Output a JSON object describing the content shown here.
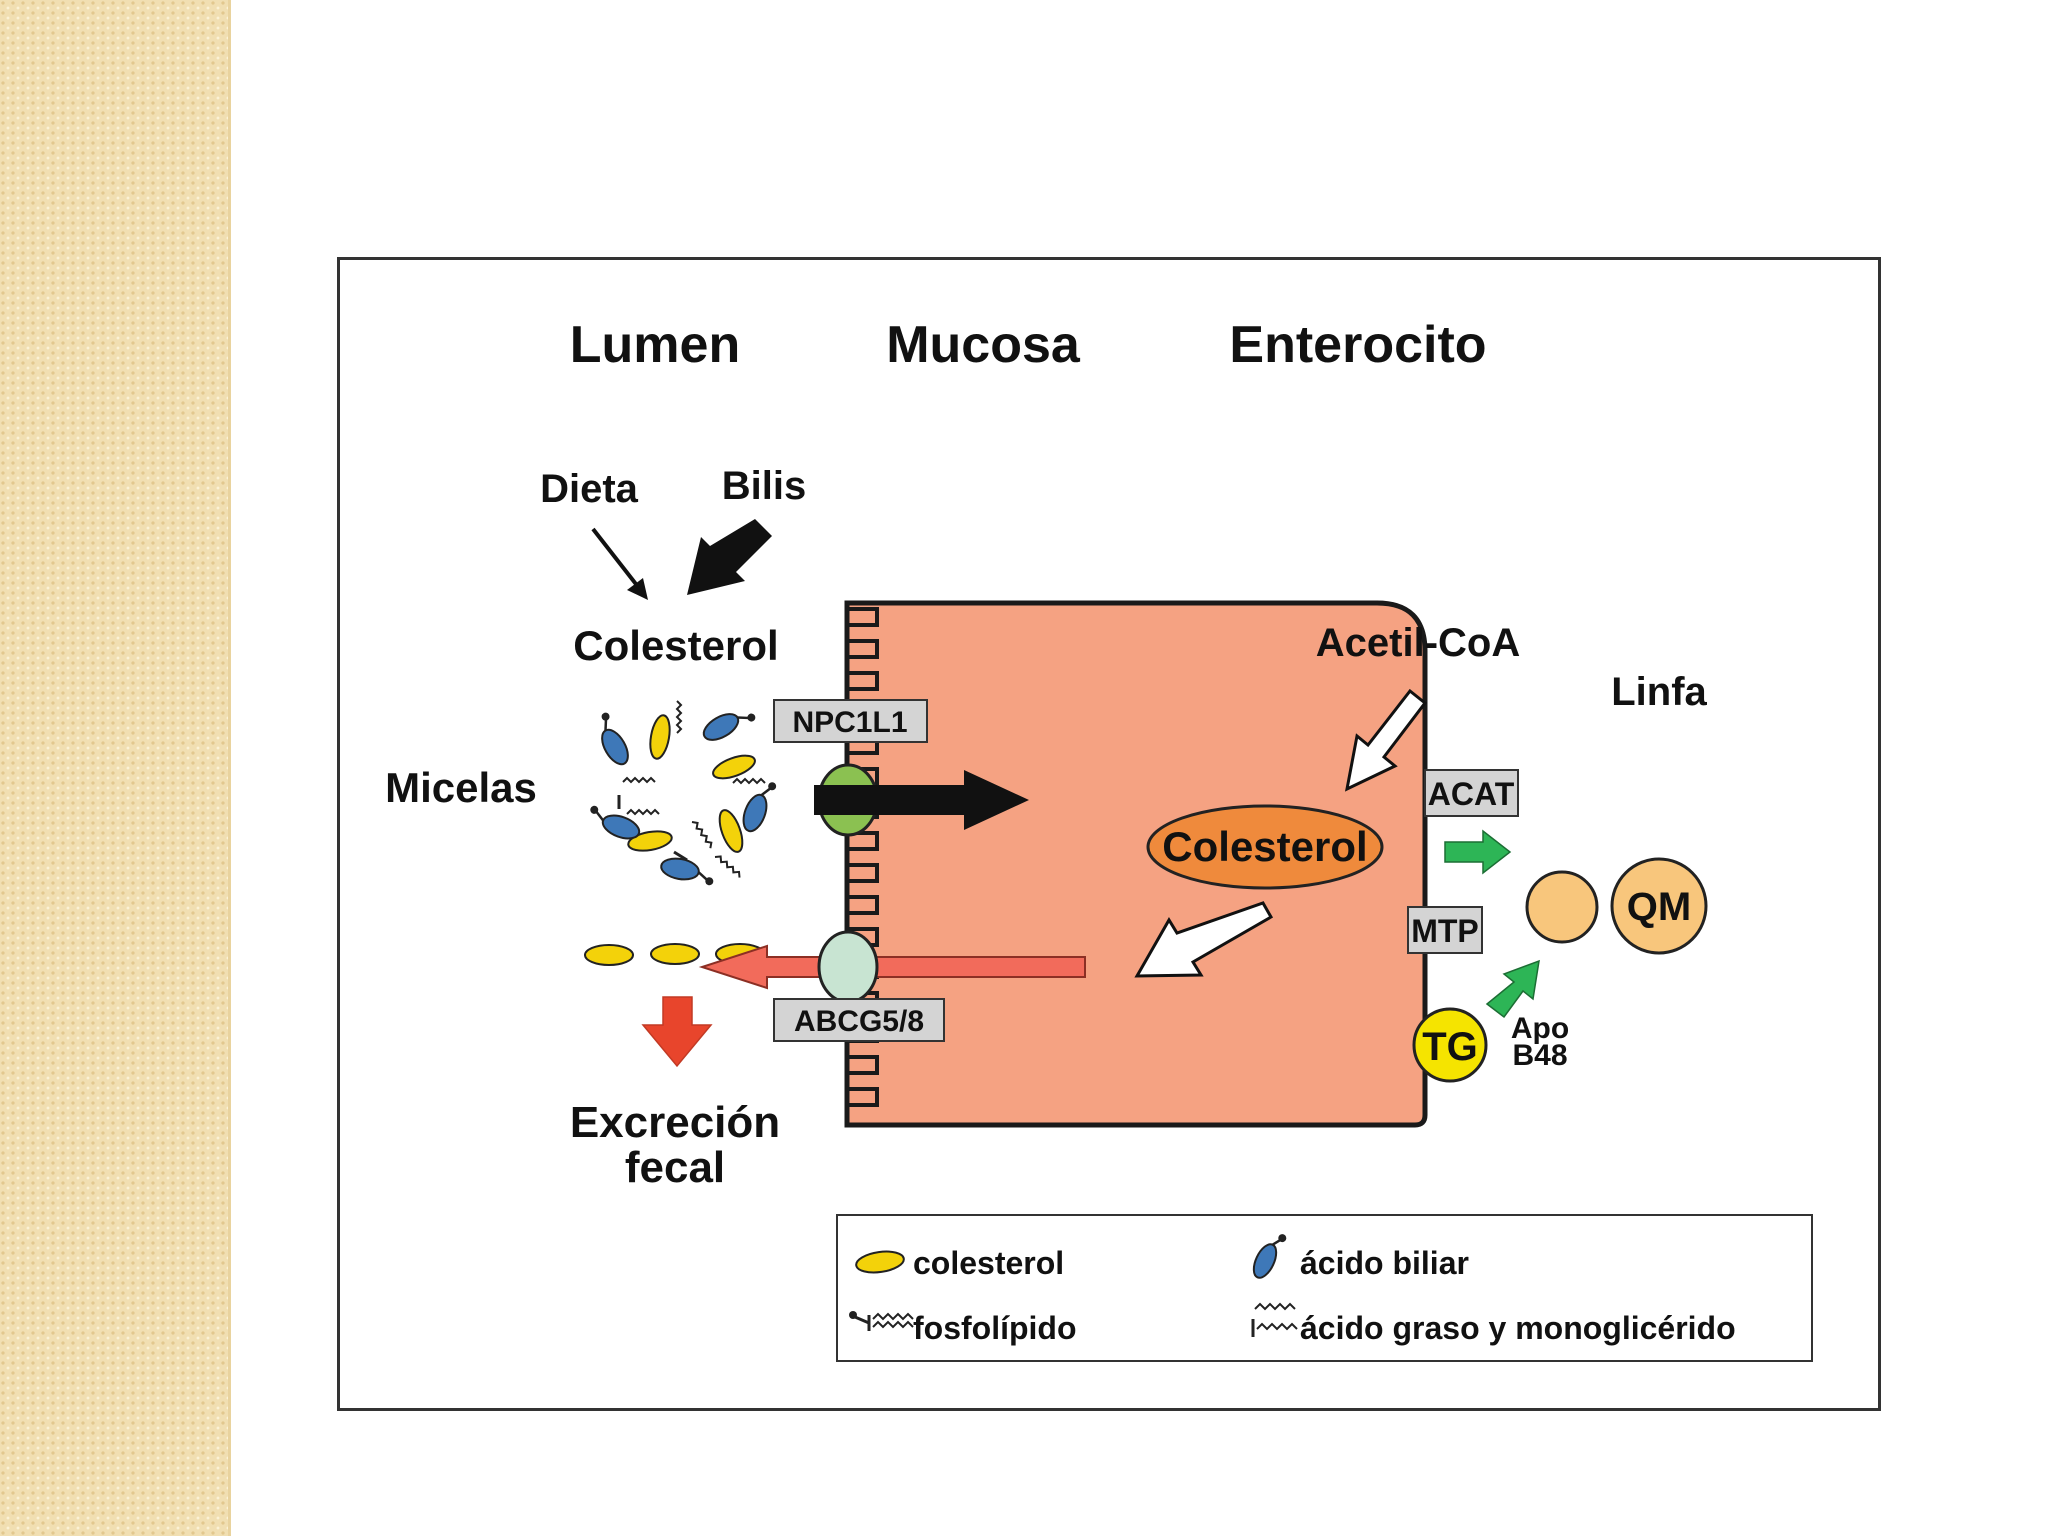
{
  "columns": {
    "lumen": "Lumen",
    "mucosa": "Mucosa",
    "enterocito": "Enterocito"
  },
  "lumen": {
    "dieta": "Dieta",
    "bilis": "Bilis",
    "colesterol": "Colesterol",
    "micelas": "Micelas",
    "excrecion_line1": "Excreción",
    "excrecion_line2": "fecal"
  },
  "transporters": {
    "npc1l1": "NPC1L1",
    "abcg": "ABCG5/8"
  },
  "enterocyte": {
    "acetil_coa": "Acetil-CoA",
    "colesterol": "Colesterol",
    "acat": "ACAT",
    "mtp": "MTP",
    "tg": "TG",
    "apo_line1": "Apo",
    "apo_line2": "B48"
  },
  "lymph": {
    "linfa": "Linfa",
    "qm": "QM"
  },
  "legend": {
    "colesterol": "colesterol",
    "fosfolipido": "fosfolípido",
    "acido_biliar": "ácido biliar",
    "acido_graso": "ácido graso y monoglicérido"
  },
  "colors": {
    "enterocyte_fill": "#f5a282",
    "cholesterol_ellipse": "#ef8a3c",
    "particle_fill": "#f8c67c",
    "tg_fill": "#f5e400",
    "micelle_cholesterol": "#f3d20a",
    "bile_acid": "#3e78b8",
    "npc1l1_fill": "#8bc151",
    "abcg_fill": "#c8e4d2",
    "efflux_arrow": "#f26b5b",
    "excretion_arrow": "#e8452c",
    "green_arrow": "#2db556",
    "label_box": "#d4d4d4"
  }
}
